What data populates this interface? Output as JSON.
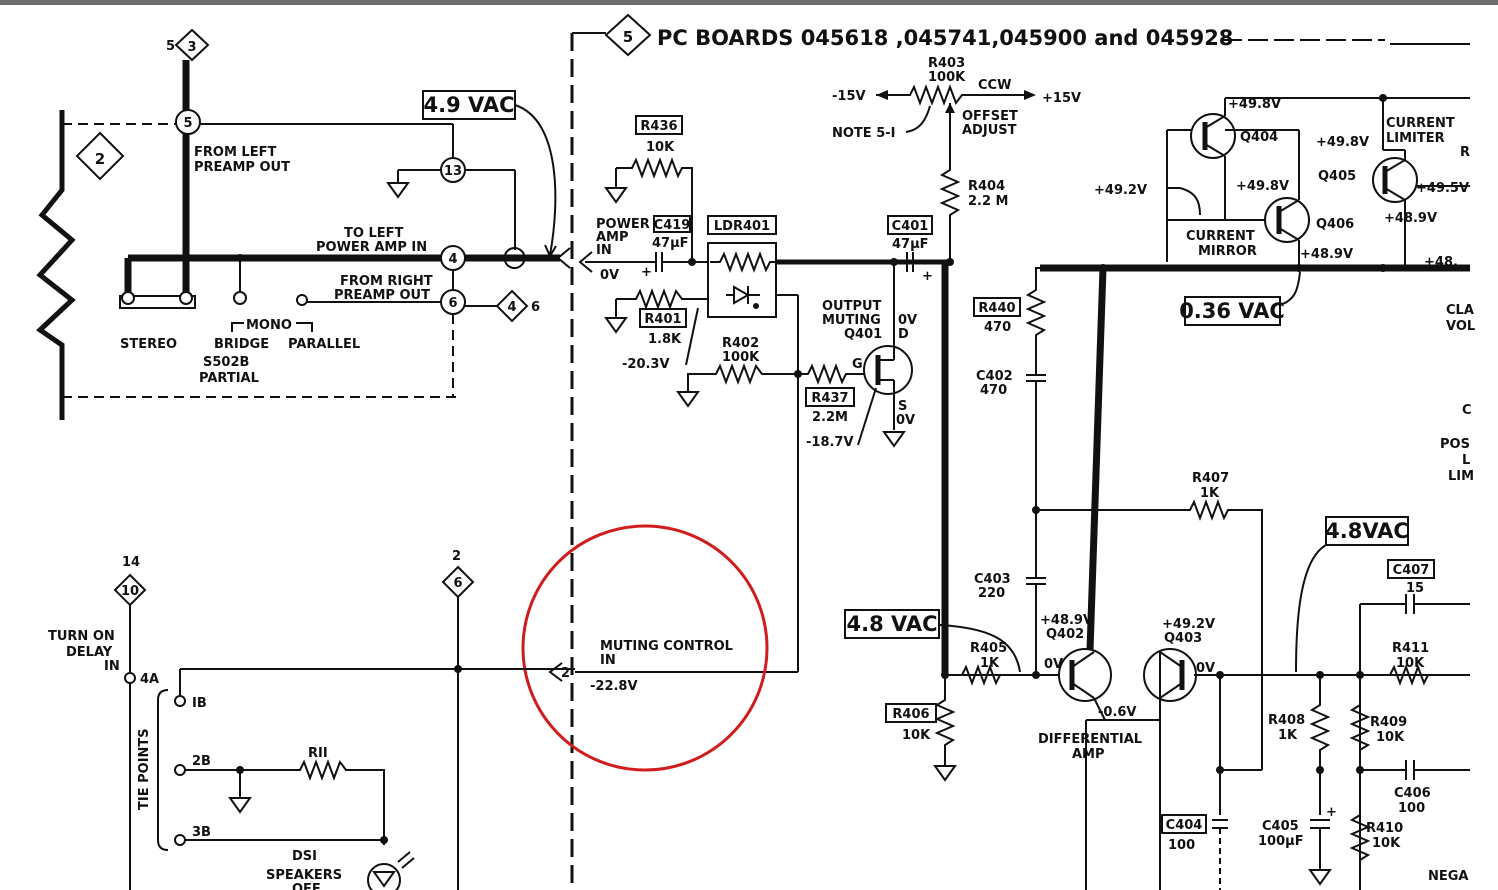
{
  "title": "PC BOARDS 045618 ,045741,045900 and 045928",
  "colors": {
    "ink": "#111111",
    "highlight_circle": "#d01c1c",
    "paper": "#ffffff"
  },
  "connectors": {
    "top_left_ref": "3",
    "top_left_num": "5",
    "section": "5",
    "block_left": "2",
    "jack_13": "13",
    "jack_4": "4",
    "jack_6": "6",
    "jack_5": "5",
    "right_pre_ref": "4",
    "right_pre_num": "6",
    "turn_on_ref": "10",
    "turn_on_num": "14",
    "mid_ref": "6",
    "mid_num": "2",
    "muting_pin": "2"
  },
  "labels": {
    "from_left_preamp": [
      "FROM LEFT",
      "PREAMP OUT"
    ],
    "to_left_power": [
      "TO LEFT",
      "POWER AMP IN"
    ],
    "from_right_preamp": [
      "FROM RIGHT",
      "PREAMP OUT"
    ],
    "stereo": "STEREO",
    "bridge": "BRIDGE",
    "mono": "MONO",
    "parallel": "PARALLEL",
    "switch_name": "S502B",
    "switch_partial": "PARTIAL",
    "power_amp_in": [
      "POWER",
      "AMP",
      "IN"
    ],
    "zero_v": "0V",
    "output_muting": [
      "OUTPUT",
      "MUTING"
    ],
    "offset_adjust": [
      "OFFSET",
      "ADJUST"
    ],
    "note": "NOTE 5-I",
    "ccw": "CCW",
    "current_mirror": [
      "CURRENT",
      "MIRROR"
    ],
    "current_limiter": [
      "CURRENT",
      "LIMITER"
    ],
    "differential_amp": [
      "DIFFERENTIAL",
      "AMP"
    ],
    "turn_on_delay": [
      "TURN ON",
      "DELAY",
      "IN"
    ],
    "tie_points": "TIE POINTS",
    "muting_control": [
      "MUTING  CONTROL",
      "IN"
    ],
    "speakers": [
      "SPEAKERS",
      "OFF"
    ],
    "ds1": "DSI",
    "tie_4a": "4A",
    "tie_1b": "IB",
    "tie_2b": "2B",
    "tie_3b": "3B",
    "d": "D",
    "g": "G",
    "s": "S",
    "right_cut": [
      "CLA",
      "VOL",
      "C",
      "POS",
      "L",
      "LIM",
      "NEGA",
      "R"
    ]
  },
  "voltages": {
    "neg15": "-15V",
    "pos15": "+15V",
    "v_20_3": "-20.3V",
    "v_18_7": "-18.7V",
    "v_22_8": "-22.8V",
    "v_49_8a": "+49.8V",
    "v_49_8b": "+49.8V",
    "v_49_8c": "+49.8V",
    "v_49_2a": "+49.2V",
    "v_49_2b": "+49.2V",
    "v_48_9a": "+48.9V",
    "v_48_9b": "+48.9V",
    "v_48_9c": "+48.9V",
    "v_48_9d": "+48.",
    "v_49_5": "+49.5V",
    "v_neg0_6": "-0.6V",
    "ac_4_9": "4.9 VAC",
    "ac_0_36": "0.36 VAC",
    "ac_4_8a": "4.8 VAC",
    "ac_4_8b": "4.8VAC"
  },
  "components": {
    "R436": {
      "ref": "R436",
      "value": "10K"
    },
    "C419": {
      "ref": "C419",
      "value": "47µF"
    },
    "LDR401": {
      "ref": "LDR401"
    },
    "C401": {
      "ref": "C401",
      "value": "47µF"
    },
    "R401": {
      "ref": "R401",
      "value": "1.8K"
    },
    "R402": {
      "ref": "R402",
      "value": "100K"
    },
    "R437": {
      "ref": "R437",
      "value": "2.2M"
    },
    "Q401": {
      "ref": "Q401"
    },
    "R403": {
      "ref": "R403",
      "value": "100K"
    },
    "R404": {
      "ref": "R404",
      "value": "2.2 M"
    },
    "R440": {
      "ref": "R440",
      "value": "470"
    },
    "C402": {
      "ref": "C402",
      "value": "470"
    },
    "C403": {
      "ref": "C403",
      "value": "220"
    },
    "R405": {
      "ref": "R405",
      "value": "1K"
    },
    "R406": {
      "ref": "R406",
      "value": "10K"
    },
    "Q402": {
      "ref": "Q402"
    },
    "Q403": {
      "ref": "Q403"
    },
    "Q404": {
      "ref": "Q404"
    },
    "Q405": {
      "ref": "Q405"
    },
    "Q406": {
      "ref": "Q406"
    },
    "R407": {
      "ref": "R407",
      "value": "1K"
    },
    "C407": {
      "ref": "C407",
      "value": "15"
    },
    "R411": {
      "ref": "R411",
      "value": "10K"
    },
    "R408": {
      "ref": "R408",
      "value": "1K"
    },
    "R409": {
      "ref": "R409",
      "value": "10K"
    },
    "C406": {
      "ref": "C406",
      "value": "100"
    },
    "C404": {
      "ref": "C404",
      "value": "100"
    },
    "C405": {
      "ref": "C405",
      "value": "100µF"
    },
    "R410": {
      "ref": "R410",
      "value": "10K"
    },
    "R11": {
      "ref": "RII"
    }
  }
}
